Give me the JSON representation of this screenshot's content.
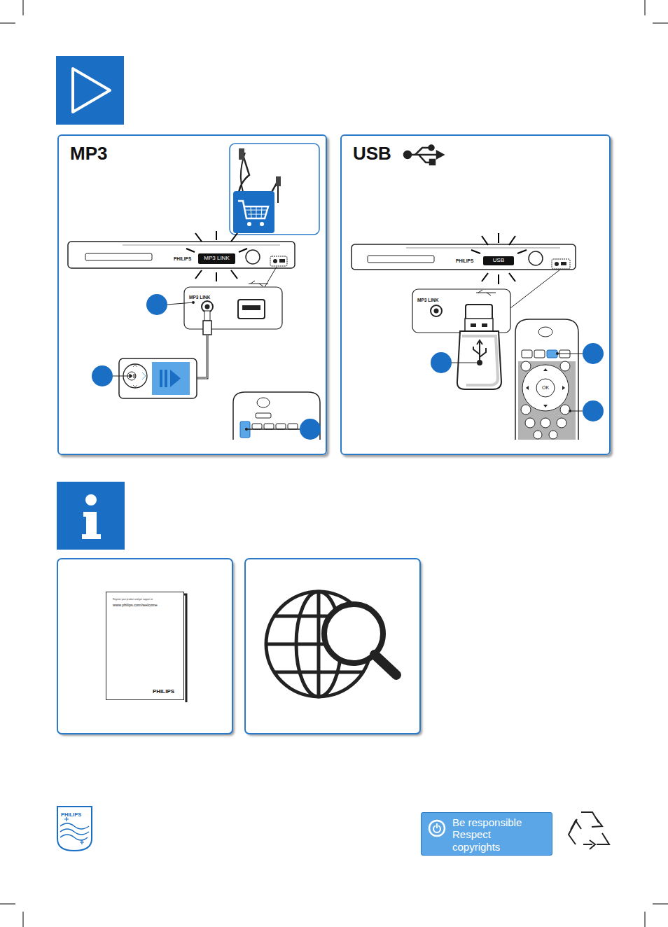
{
  "diagram": {
    "nodes": [
      {
        "text": [
          "MP3"
        ]
      },
      {
        "text": [
          "USB"
        ]
      },
      {
        "text": [
          "Register your product and get support at",
          "www.philips.com/welcome",
          "PHILIPS"
        ]
      },
      {
        "text": [
          "Be responsible Respect copyrights"
        ]
      }
    ],
    "labels": [
      "PHILIPS",
      "MP3 LINK",
      "MP3 LINK",
      "PHILIPS",
      "USB",
      "MP3 LINK",
      "OK",
      "PHILIPS"
    ]
  }
}
